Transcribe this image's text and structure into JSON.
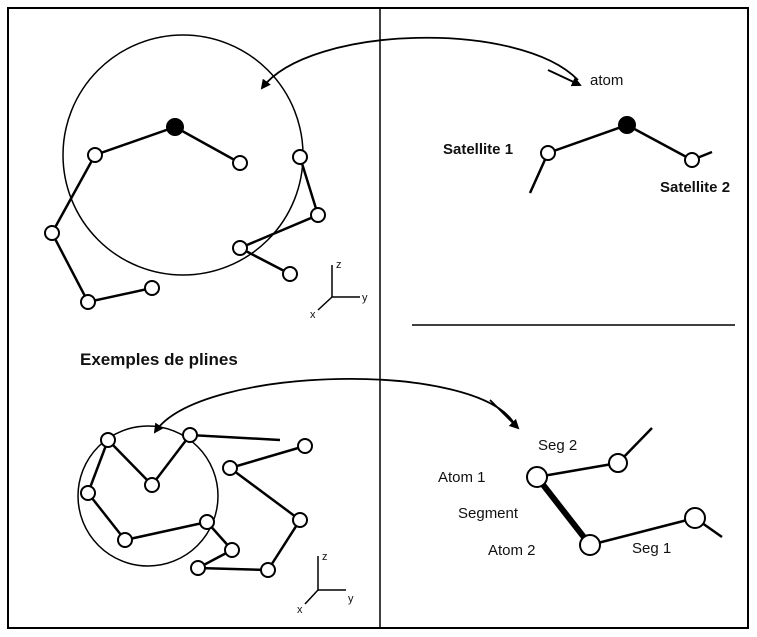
{
  "top_right": {
    "atom_label": "atom",
    "satellite1_label": "Satellite 1",
    "satellite2_label": "Satellite 2"
  },
  "caption": "Exemples de plines",
  "bottom_right": {
    "atom1_label": "Atom 1",
    "atom2_label": "Atom 2",
    "segment_label": "Segment",
    "seg1_label": "Seg 1",
    "seg2_label": "Seg 2"
  },
  "axes": {
    "z_label": "z",
    "y_label": "y",
    "x_label": "x"
  }
}
